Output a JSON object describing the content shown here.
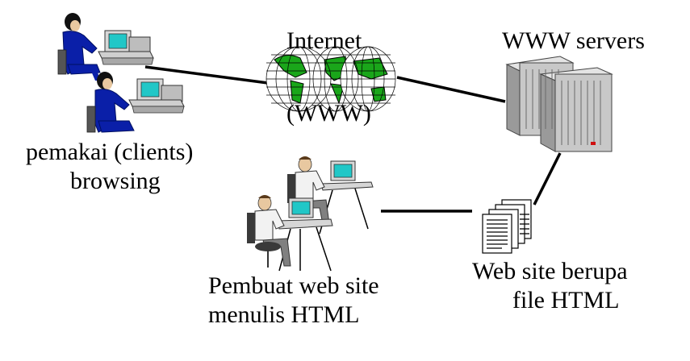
{
  "labels": {
    "internet": "Internet",
    "www": "(WWW)",
    "servers": "WWW servers",
    "clients_line1": "pemakai (clients)",
    "clients_line2": "browsing",
    "author_line1": "Pembuat web site",
    "author_line2": "menulis HTML",
    "website_line1": "Web site berupa",
    "website_line2": "file HTML"
  },
  "nodes": [
    {
      "id": "clients",
      "icon": "users-at-computers-icon"
    },
    {
      "id": "internet",
      "icon": "globe-icon"
    },
    {
      "id": "servers",
      "icon": "server-tower-icon"
    },
    {
      "id": "author",
      "icon": "developers-at-desks-icon"
    },
    {
      "id": "website",
      "icon": "document-stack-icon"
    }
  ],
  "connections": [
    {
      "from": "clients",
      "to": "internet"
    },
    {
      "from": "internet",
      "to": "servers"
    },
    {
      "from": "servers",
      "to": "website"
    },
    {
      "from": "author",
      "to": "website"
    }
  ],
  "colors": {
    "person": "#0a1fa8",
    "monitor_screen": "#21c7c7",
    "globe_land": "#1aa61a",
    "server": "#c8c8c8",
    "server_dark": "#8a8a8a",
    "line": "#000000"
  }
}
